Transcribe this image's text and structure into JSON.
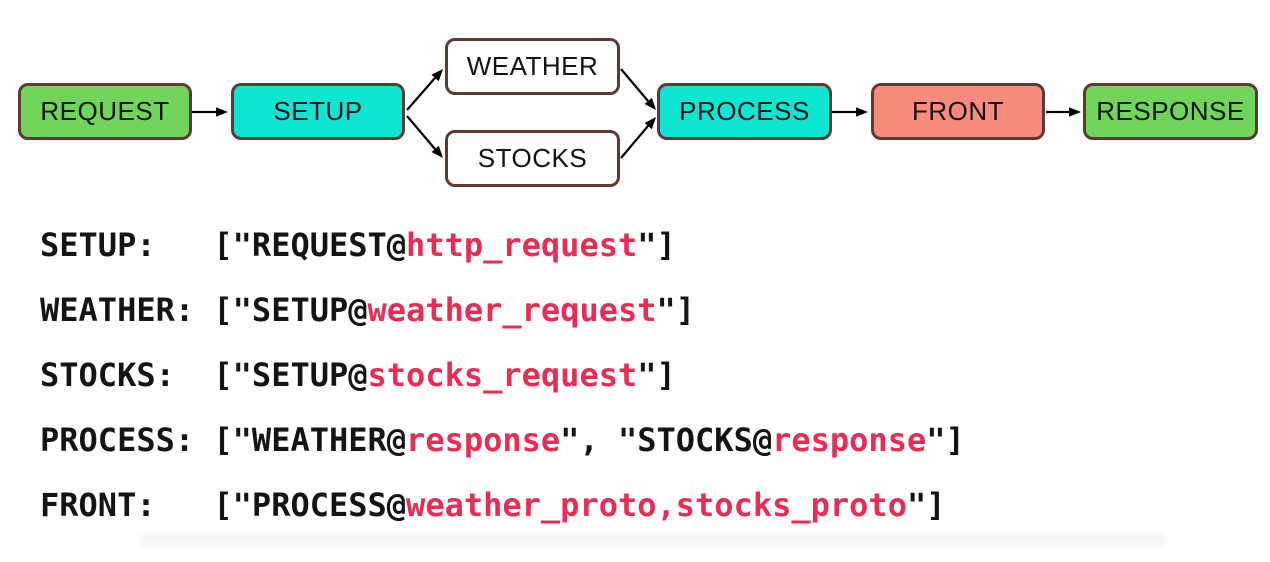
{
  "diagram": {
    "border_color": "#5d3a34",
    "arrow_color": "#000000",
    "nodes": [
      {
        "id": "REQUEST",
        "label": "REQUEST",
        "fill": "#71d55c"
      },
      {
        "id": "SETUP",
        "label": "SETUP",
        "fill": "#10e5d4"
      },
      {
        "id": "WEATHER",
        "label": "WEATHER",
        "fill": "#ffffff"
      },
      {
        "id": "STOCKS",
        "label": "STOCKS",
        "fill": "#ffffff"
      },
      {
        "id": "PROCESS",
        "label": "PROCESS",
        "fill": "#10e5d4"
      },
      {
        "id": "FRONT",
        "label": "FRONT",
        "fill": "#f98c7c"
      },
      {
        "id": "RESPONSE",
        "label": "RESPONSE",
        "fill": "#71d55c"
      }
    ],
    "edges": [
      {
        "from": "REQUEST",
        "to": "SETUP"
      },
      {
        "from": "SETUP",
        "to": "WEATHER"
      },
      {
        "from": "SETUP",
        "to": "STOCKS"
      },
      {
        "from": "WEATHER",
        "to": "PROCESS"
      },
      {
        "from": "STOCKS",
        "to": "PROCESS"
      },
      {
        "from": "PROCESS",
        "to": "FRONT"
      },
      {
        "from": "FRONT",
        "to": "RESPONSE"
      }
    ]
  },
  "mappings": {
    "text_color": "#141414",
    "red_color": "#e82d55",
    "lines": [
      {
        "label": "SETUP:",
        "segments": [
          {
            "text": "[\"REQUEST@",
            "red": false
          },
          {
            "text": "http_request",
            "red": true
          },
          {
            "text": "\"]",
            "red": false
          }
        ]
      },
      {
        "label": "WEATHER:",
        "segments": [
          {
            "text": "[\"SETUP@",
            "red": false
          },
          {
            "text": "weather_request",
            "red": true
          },
          {
            "text": "\"]",
            "red": false
          }
        ]
      },
      {
        "label": "STOCKS:",
        "segments": [
          {
            "text": "[\"SETUP@",
            "red": false
          },
          {
            "text": "stocks_request",
            "red": true
          },
          {
            "text": "\"]",
            "red": false
          }
        ]
      },
      {
        "label": "PROCESS:",
        "segments": [
          {
            "text": "[\"WEATHER@",
            "red": false
          },
          {
            "text": "response",
            "red": true
          },
          {
            "text": "\", \"STOCKS@",
            "red": false
          },
          {
            "text": "response",
            "red": true
          },
          {
            "text": "\"]",
            "red": false
          }
        ]
      },
      {
        "label": "FRONT:",
        "segments": [
          {
            "text": "[\"PROCESS@",
            "red": false
          },
          {
            "text": "weather_proto",
            "red": true
          },
          {
            "text": ",",
            "red": true
          },
          {
            "text": "stocks_proto",
            "red": true
          },
          {
            "text": "\"]",
            "red": false
          }
        ]
      }
    ]
  }
}
